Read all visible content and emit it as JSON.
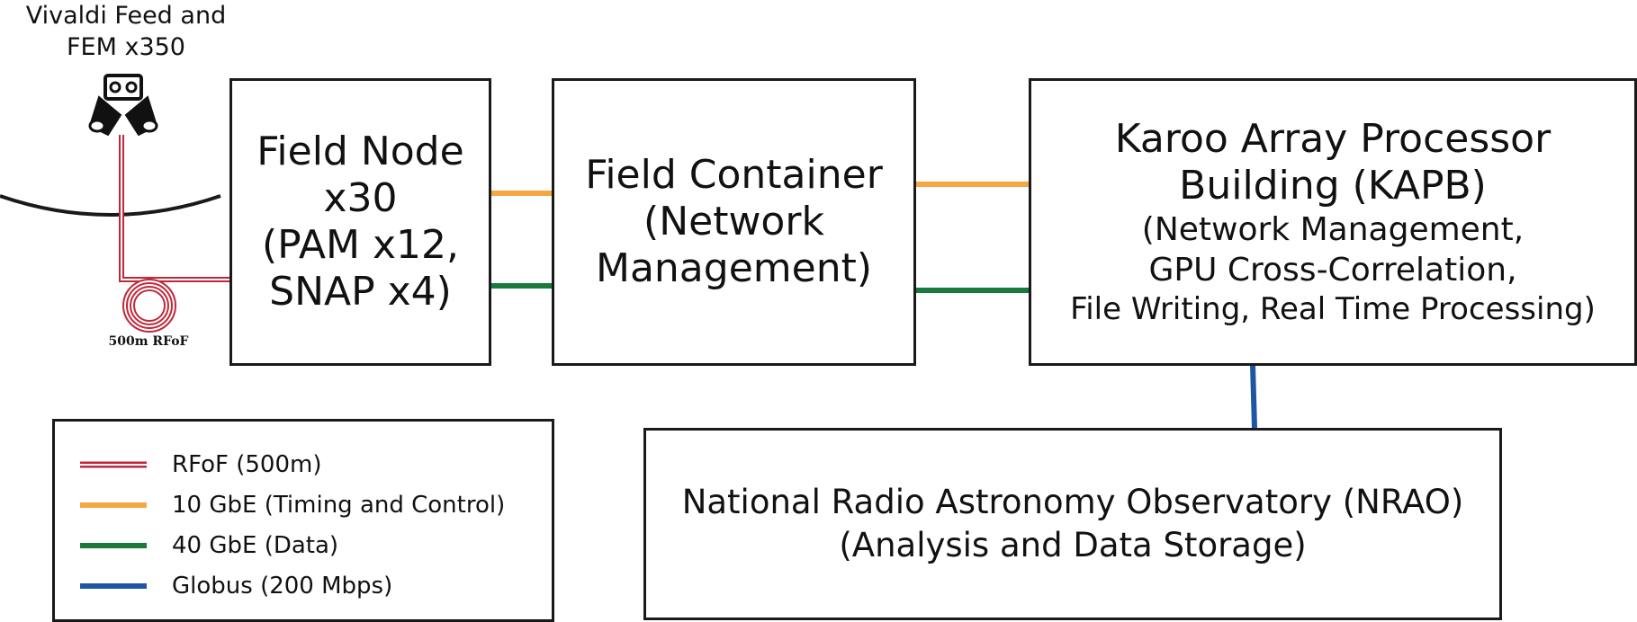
{
  "feed": {
    "label_line1": "Vivaldi Feed and",
    "label_line2": "FEM x350",
    "icon": "vivaldi-feed-icon",
    "cable_label": "500m RFoF"
  },
  "boxes": {
    "field_node": {
      "lines": [
        "Field Node",
        "x30",
        "(PAM x12,",
        "SNAP x4)"
      ]
    },
    "field_container": {
      "lines": [
        "Field Container",
        "(Network",
        "Management)"
      ]
    },
    "kapb": {
      "title_lines": [
        "Karoo Array Processor",
        "Building (KAPB)"
      ],
      "detail_lines": [
        "(Network Management,",
        "GPU Cross-Correlation,",
        "File Writing, Real Time Processing)"
      ]
    },
    "nrao": {
      "lines": [
        "National Radio Astronomy Observatory (NRAO)",
        "(Analysis and Data Storage)"
      ]
    }
  },
  "legend": {
    "items": [
      {
        "label": "RFoF (500m)",
        "color": "#c0283a",
        "style": "double"
      },
      {
        "label": "10 GbE (Timing and Control)",
        "color": "#f5a742",
        "style": "solid"
      },
      {
        "label": "40 GbE (Data)",
        "color": "#1a7a3c",
        "style": "solid"
      },
      {
        "label": "Globus (200 Mbps)",
        "color": "#2055a4",
        "style": "solid"
      }
    ]
  },
  "colors": {
    "rfof": "#c0283a",
    "timing": "#f5a742",
    "data": "#1a7a3c",
    "globus": "#2055a4",
    "border": "#1a1a1a"
  }
}
